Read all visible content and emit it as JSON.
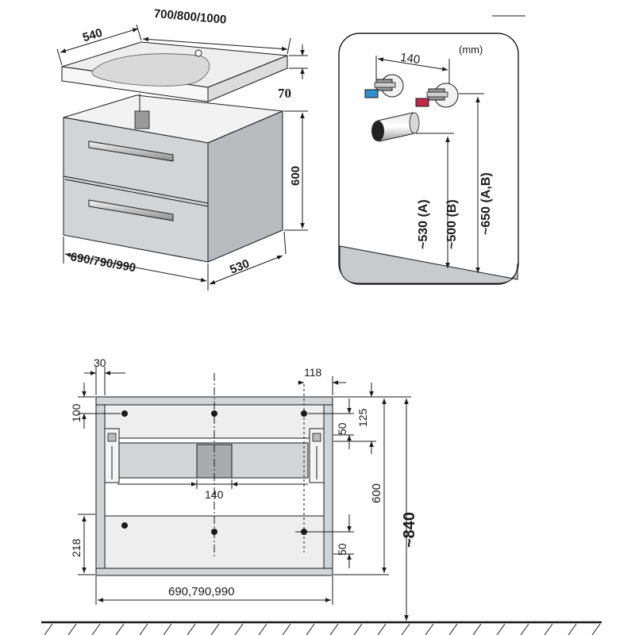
{
  "unit_label": "(mm)",
  "top_view": {
    "sink_depth": "540",
    "sink_widths": "700/800/1000",
    "sink_height": "70",
    "cabinet_height": "600",
    "cabinet_widths": "690/790/990",
    "cabinet_depth": "530"
  },
  "plumbing": {
    "valve_spacing": "140",
    "height_a": "~530 (A)",
    "height_b": "~500 (B)",
    "height_ab": "~650 (A,B)"
  },
  "front_view": {
    "side_offset": "30",
    "right_hole_offset": "118",
    "top_hole_height": "100",
    "small_offset_top": "50",
    "top_offset": "125",
    "center_gap": "140",
    "cabinet_height": "600",
    "total_height": "~840",
    "lower_hole_height": "218",
    "small_offset_bottom": "50",
    "cabinet_widths": "690,790,990"
  },
  "colors": {
    "panel": "#d3d4d6",
    "panel_dark": "#b9bbbe",
    "line": "#1a1a1a",
    "hot": "#c0284a",
    "cold": "#2f8fc7"
  }
}
